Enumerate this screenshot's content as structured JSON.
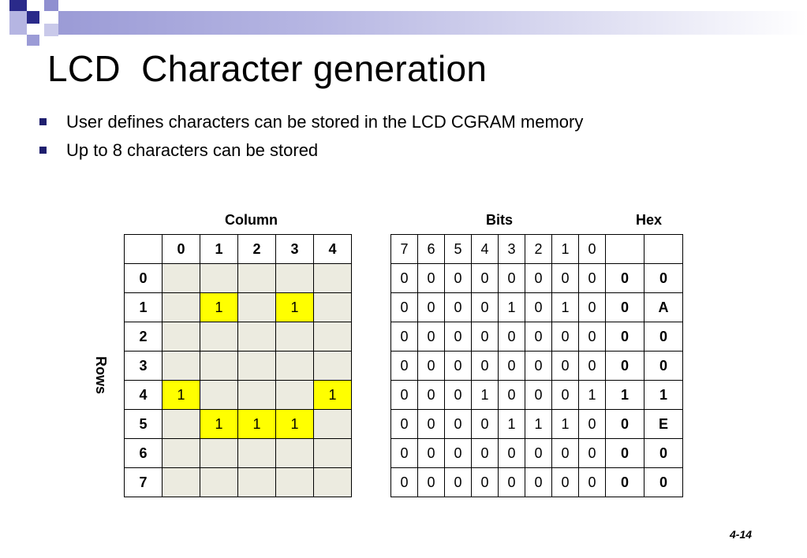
{
  "slide": {
    "title": "LCD  Character generation",
    "bullets": [
      "User defines characters can be stored in the LCD CGRAM memory",
      "Up to 8 characters can be stored"
    ],
    "page_number": "4-14"
  },
  "char_grid": {
    "column_label": "Column",
    "rows_label": "Rows",
    "column_headers": [
      "0",
      "1",
      "2",
      "3",
      "4"
    ],
    "row_headers": [
      "0",
      "1",
      "2",
      "3",
      "4",
      "5",
      "6",
      "7"
    ],
    "cells": [
      [
        "",
        "",
        "",
        "",
        ""
      ],
      [
        "",
        "1",
        "",
        "1",
        ""
      ],
      [
        "",
        "",
        "",
        "",
        ""
      ],
      [
        "",
        "",
        "",
        "",
        ""
      ],
      [
        "1",
        "",
        "",
        "",
        "1"
      ],
      [
        "",
        "1",
        "1",
        "1",
        ""
      ],
      [
        "",
        "",
        "",
        "",
        ""
      ],
      [
        "",
        "",
        "",
        "",
        ""
      ]
    ],
    "colors": {
      "off": "#ecebe0",
      "on": "#ffff00"
    }
  },
  "bits_table": {
    "bits_label": "Bits",
    "hex_label": "Hex",
    "bit_headers": [
      "7",
      "6",
      "5",
      "4",
      "3",
      "2",
      "1",
      "0"
    ],
    "rows": [
      {
        "bits": [
          "0",
          "0",
          "0",
          "0",
          "0",
          "0",
          "0",
          "0"
        ],
        "hex_hi": "0",
        "hex_lo": "0"
      },
      {
        "bits": [
          "0",
          "0",
          "0",
          "0",
          "1",
          "0",
          "1",
          "0"
        ],
        "hex_hi": "0",
        "hex_lo": "A"
      },
      {
        "bits": [
          "0",
          "0",
          "0",
          "0",
          "0",
          "0",
          "0",
          "0"
        ],
        "hex_hi": "0",
        "hex_lo": "0"
      },
      {
        "bits": [
          "0",
          "0",
          "0",
          "0",
          "0",
          "0",
          "0",
          "0"
        ],
        "hex_hi": "0",
        "hex_lo": "0"
      },
      {
        "bits": [
          "0",
          "0",
          "0",
          "1",
          "0",
          "0",
          "0",
          "1"
        ],
        "hex_hi": "1",
        "hex_lo": "1"
      },
      {
        "bits": [
          "0",
          "0",
          "0",
          "0",
          "1",
          "1",
          "1",
          "0"
        ],
        "hex_hi": "0",
        "hex_lo": "E"
      },
      {
        "bits": [
          "0",
          "0",
          "0",
          "0",
          "0",
          "0",
          "0",
          "0"
        ],
        "hex_hi": "0",
        "hex_lo": "0"
      },
      {
        "bits": [
          "0",
          "0",
          "0",
          "0",
          "0",
          "0",
          "0",
          "0"
        ],
        "hex_hi": "0",
        "hex_lo": "0"
      }
    ]
  }
}
